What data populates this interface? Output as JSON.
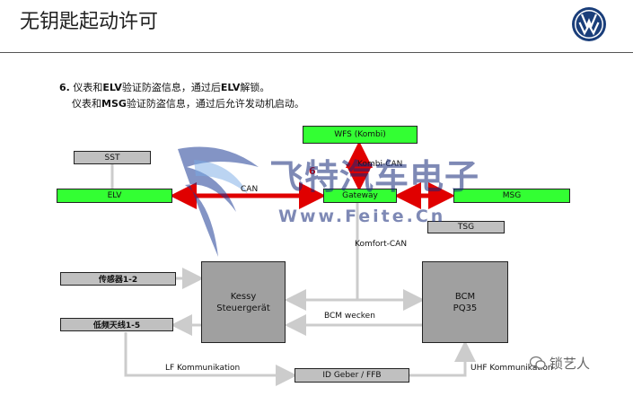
{
  "header": {
    "title": "无钥匙起动许可"
  },
  "notes": {
    "number": "6.",
    "line1_pre": " 仪表和",
    "line1_bold": "ELV",
    "line1_mid": "验证防盗信息，通过后",
    "line1_bold2": "ELV",
    "line1_post": "解锁。",
    "line2_pre": "仪表和",
    "line2_bold": "MSG",
    "line2_post": "验证防盗信息，通过后允许发动机启动。"
  },
  "diagram": {
    "boxes": {
      "wfs": "WFS (Kombi)",
      "sst": "SST",
      "elv": "ELV",
      "gateway": "Gateway",
      "msg": "MSG",
      "tsg": "TSG",
      "sensor": "传感器1-2",
      "antenna": "低频天线1-5",
      "kessy_line1": "Kessy",
      "kessy_line2": "Steuergerät",
      "bcm_line1": "BCM",
      "bcm_line2": "PQ35",
      "idgeber": "ID Geber / FFB"
    },
    "labels": {
      "kombi_can": "Kombi-CAN",
      "can": "CAN",
      "step": "6",
      "komfort_can": "Komfort-CAN",
      "bcm_wecken": "BCM wecken",
      "lf": "LF Kommunikation",
      "uhf": "UHF Kommunikation"
    },
    "colors": {
      "module_active": "#33ff33",
      "module_passive": "#c0c0c0",
      "control_unit": "#a0a0a0",
      "auth_arrow": "#e00000",
      "bus_line": "#cccccc"
    }
  },
  "watermark": {
    "brand": "飞特汽车电子",
    "url": "Www.Feite.Cn",
    "author": "锁艺人"
  }
}
